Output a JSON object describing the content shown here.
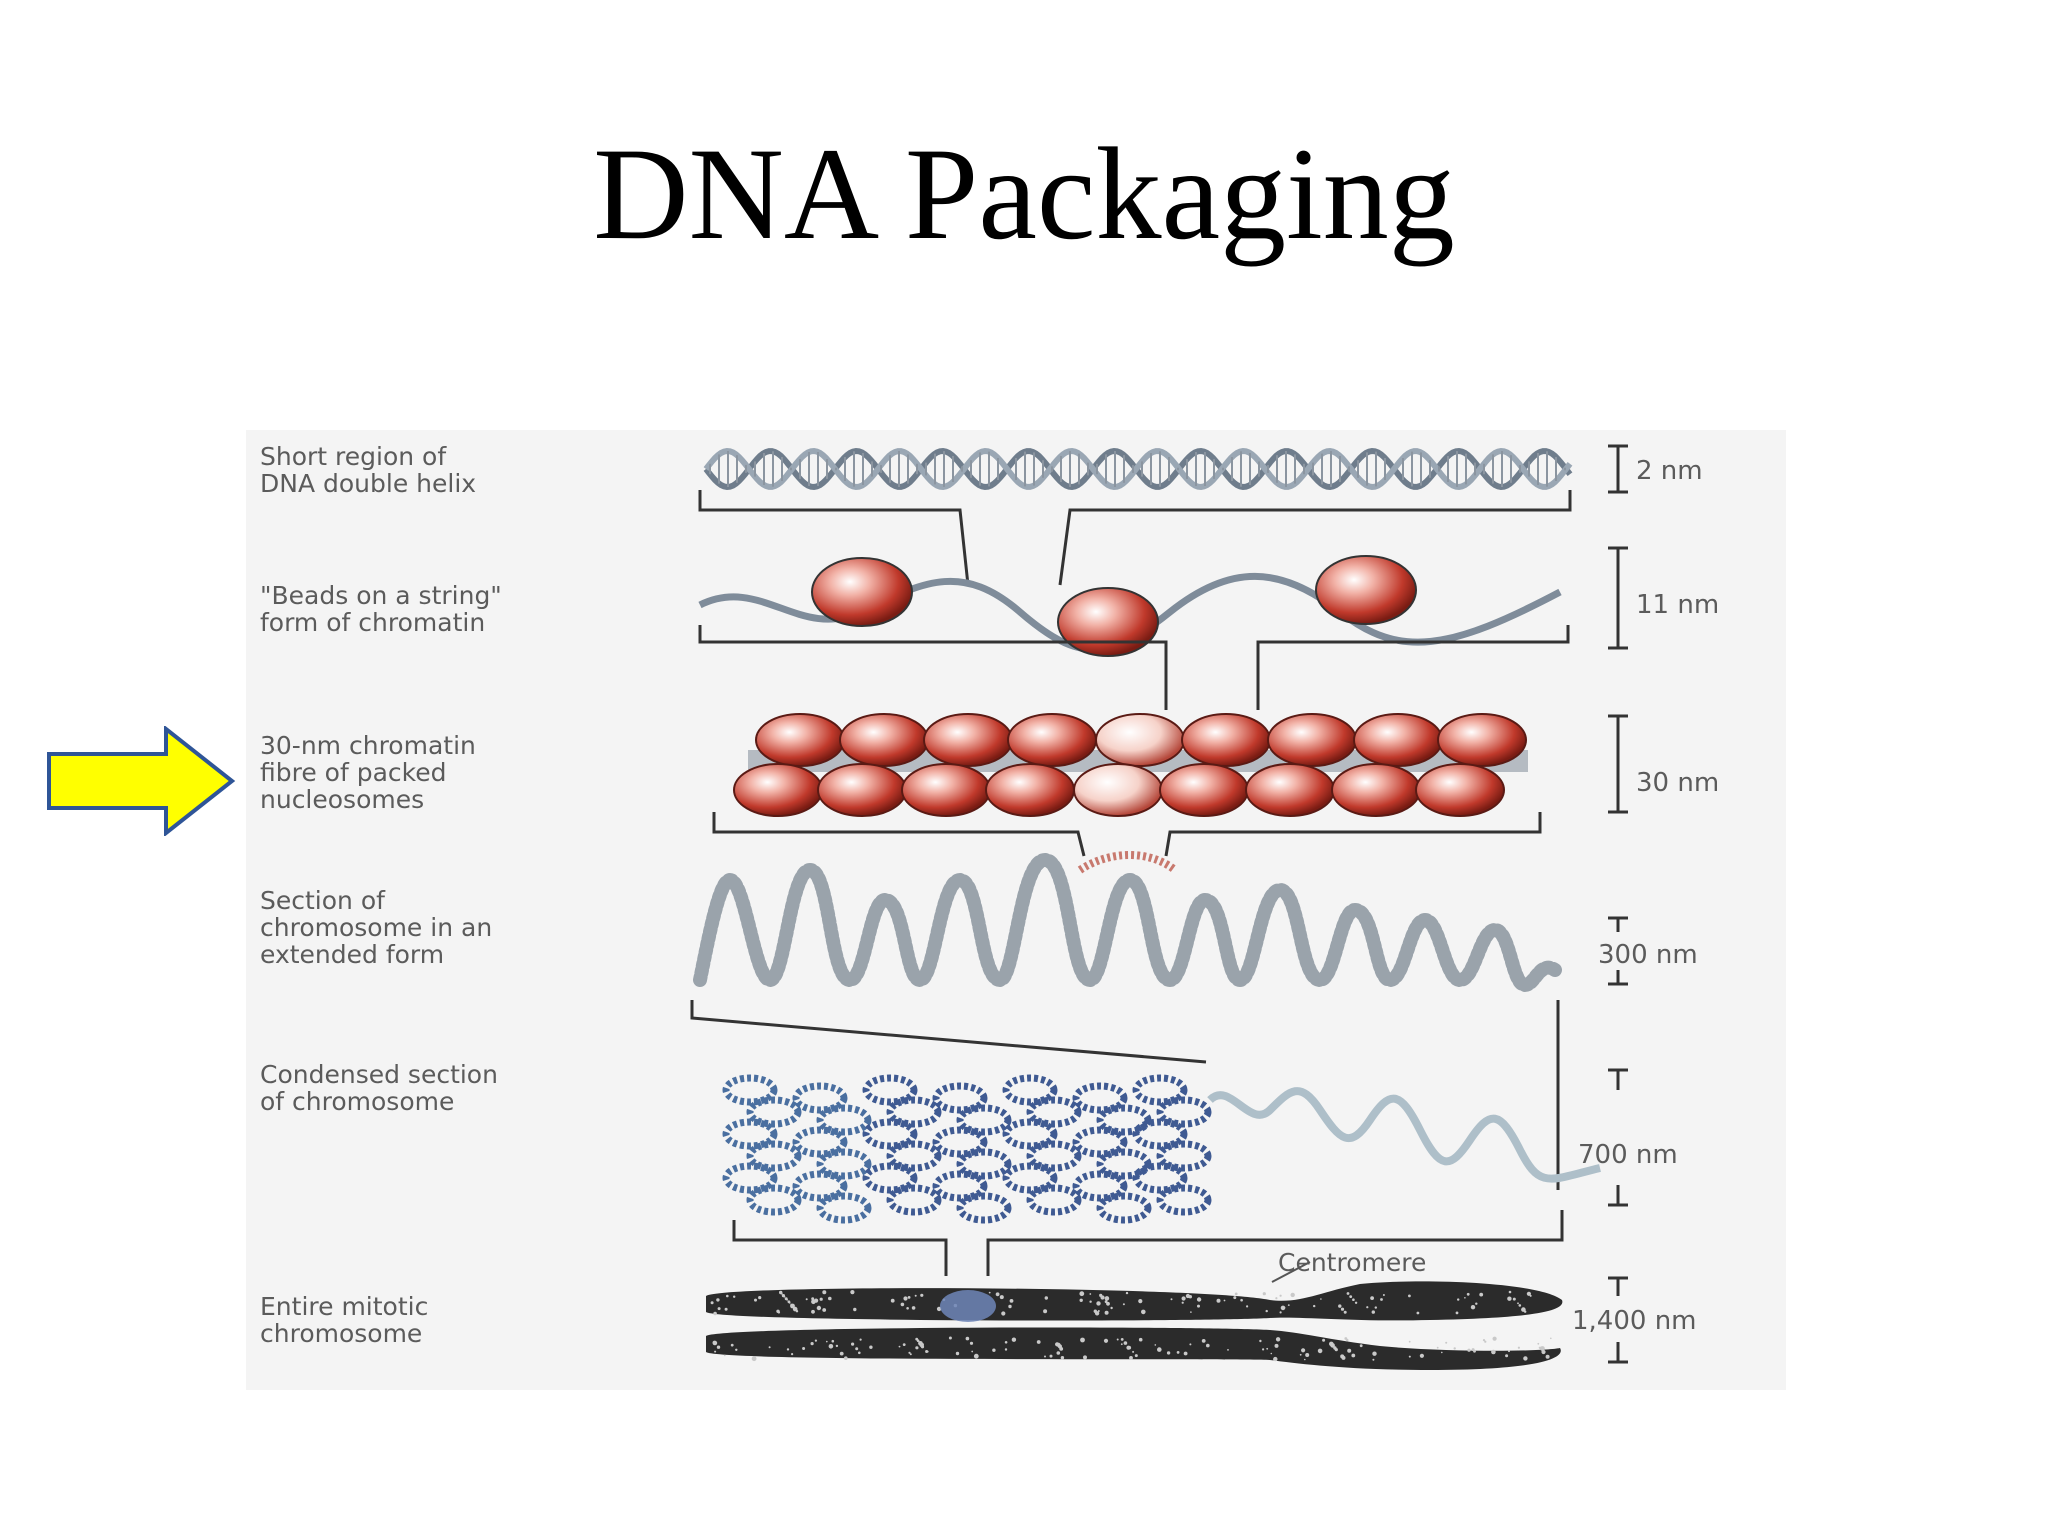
{
  "title": "DNA Packaging",
  "levels": [
    {
      "label": "Short region of\nDNA double helix",
      "size": "2 nm"
    },
    {
      "label": "\"Beads on a string\"\nform of chromatin",
      "size": "11 nm"
    },
    {
      "label": "30-nm chromatin\nfibre of packed\nnucleosomes",
      "size": "30 nm"
    },
    {
      "label": "Section of\nchromosome in an\nextended form",
      "size": "300 nm"
    },
    {
      "label": "Condensed section\nof chromosome",
      "size": "700 nm"
    },
    {
      "label": "Entire mitotic\nchromosome",
      "size": "1,400 nm"
    }
  ],
  "centromere_label": "Centromere",
  "colors": {
    "arrow_fill": "#ffff00",
    "arrow_stroke": "#2f5597",
    "nucleosome": "#c0392b",
    "dna": "#7f8c9a",
    "chromosome": "#2b2b2b"
  },
  "highlight": {
    "icon": "right-arrow-icon",
    "points_to_level": 3
  }
}
